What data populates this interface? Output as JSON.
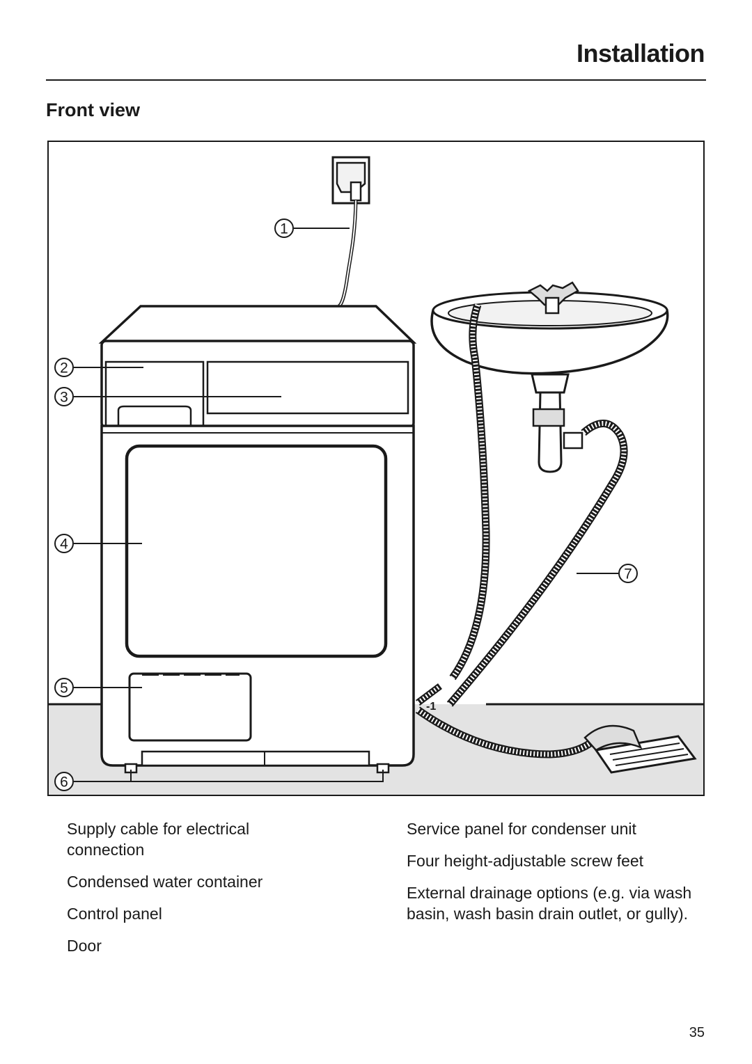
{
  "header": {
    "title": "Installation"
  },
  "section": {
    "title": "Front view"
  },
  "figure": {
    "callouts": [
      {
        "number": "1"
      },
      {
        "number": "2"
      },
      {
        "number": "3"
      },
      {
        "number": "4"
      },
      {
        "number": "5"
      },
      {
        "number": "6"
      },
      {
        "number": "7"
      }
    ],
    "drain_mark": "-1"
  },
  "legend": {
    "left": [
      "Supply cable for electrical connection",
      "Condensed water container",
      "Control panel",
      "Door"
    ],
    "right": [
      "Service panel for condenser unit",
      "Four height-adjustable screw feet",
      "External drainage options (e.g. via wash basin, wash basin drain outlet, or gully)."
    ]
  },
  "footer": {
    "page_number": "35"
  }
}
